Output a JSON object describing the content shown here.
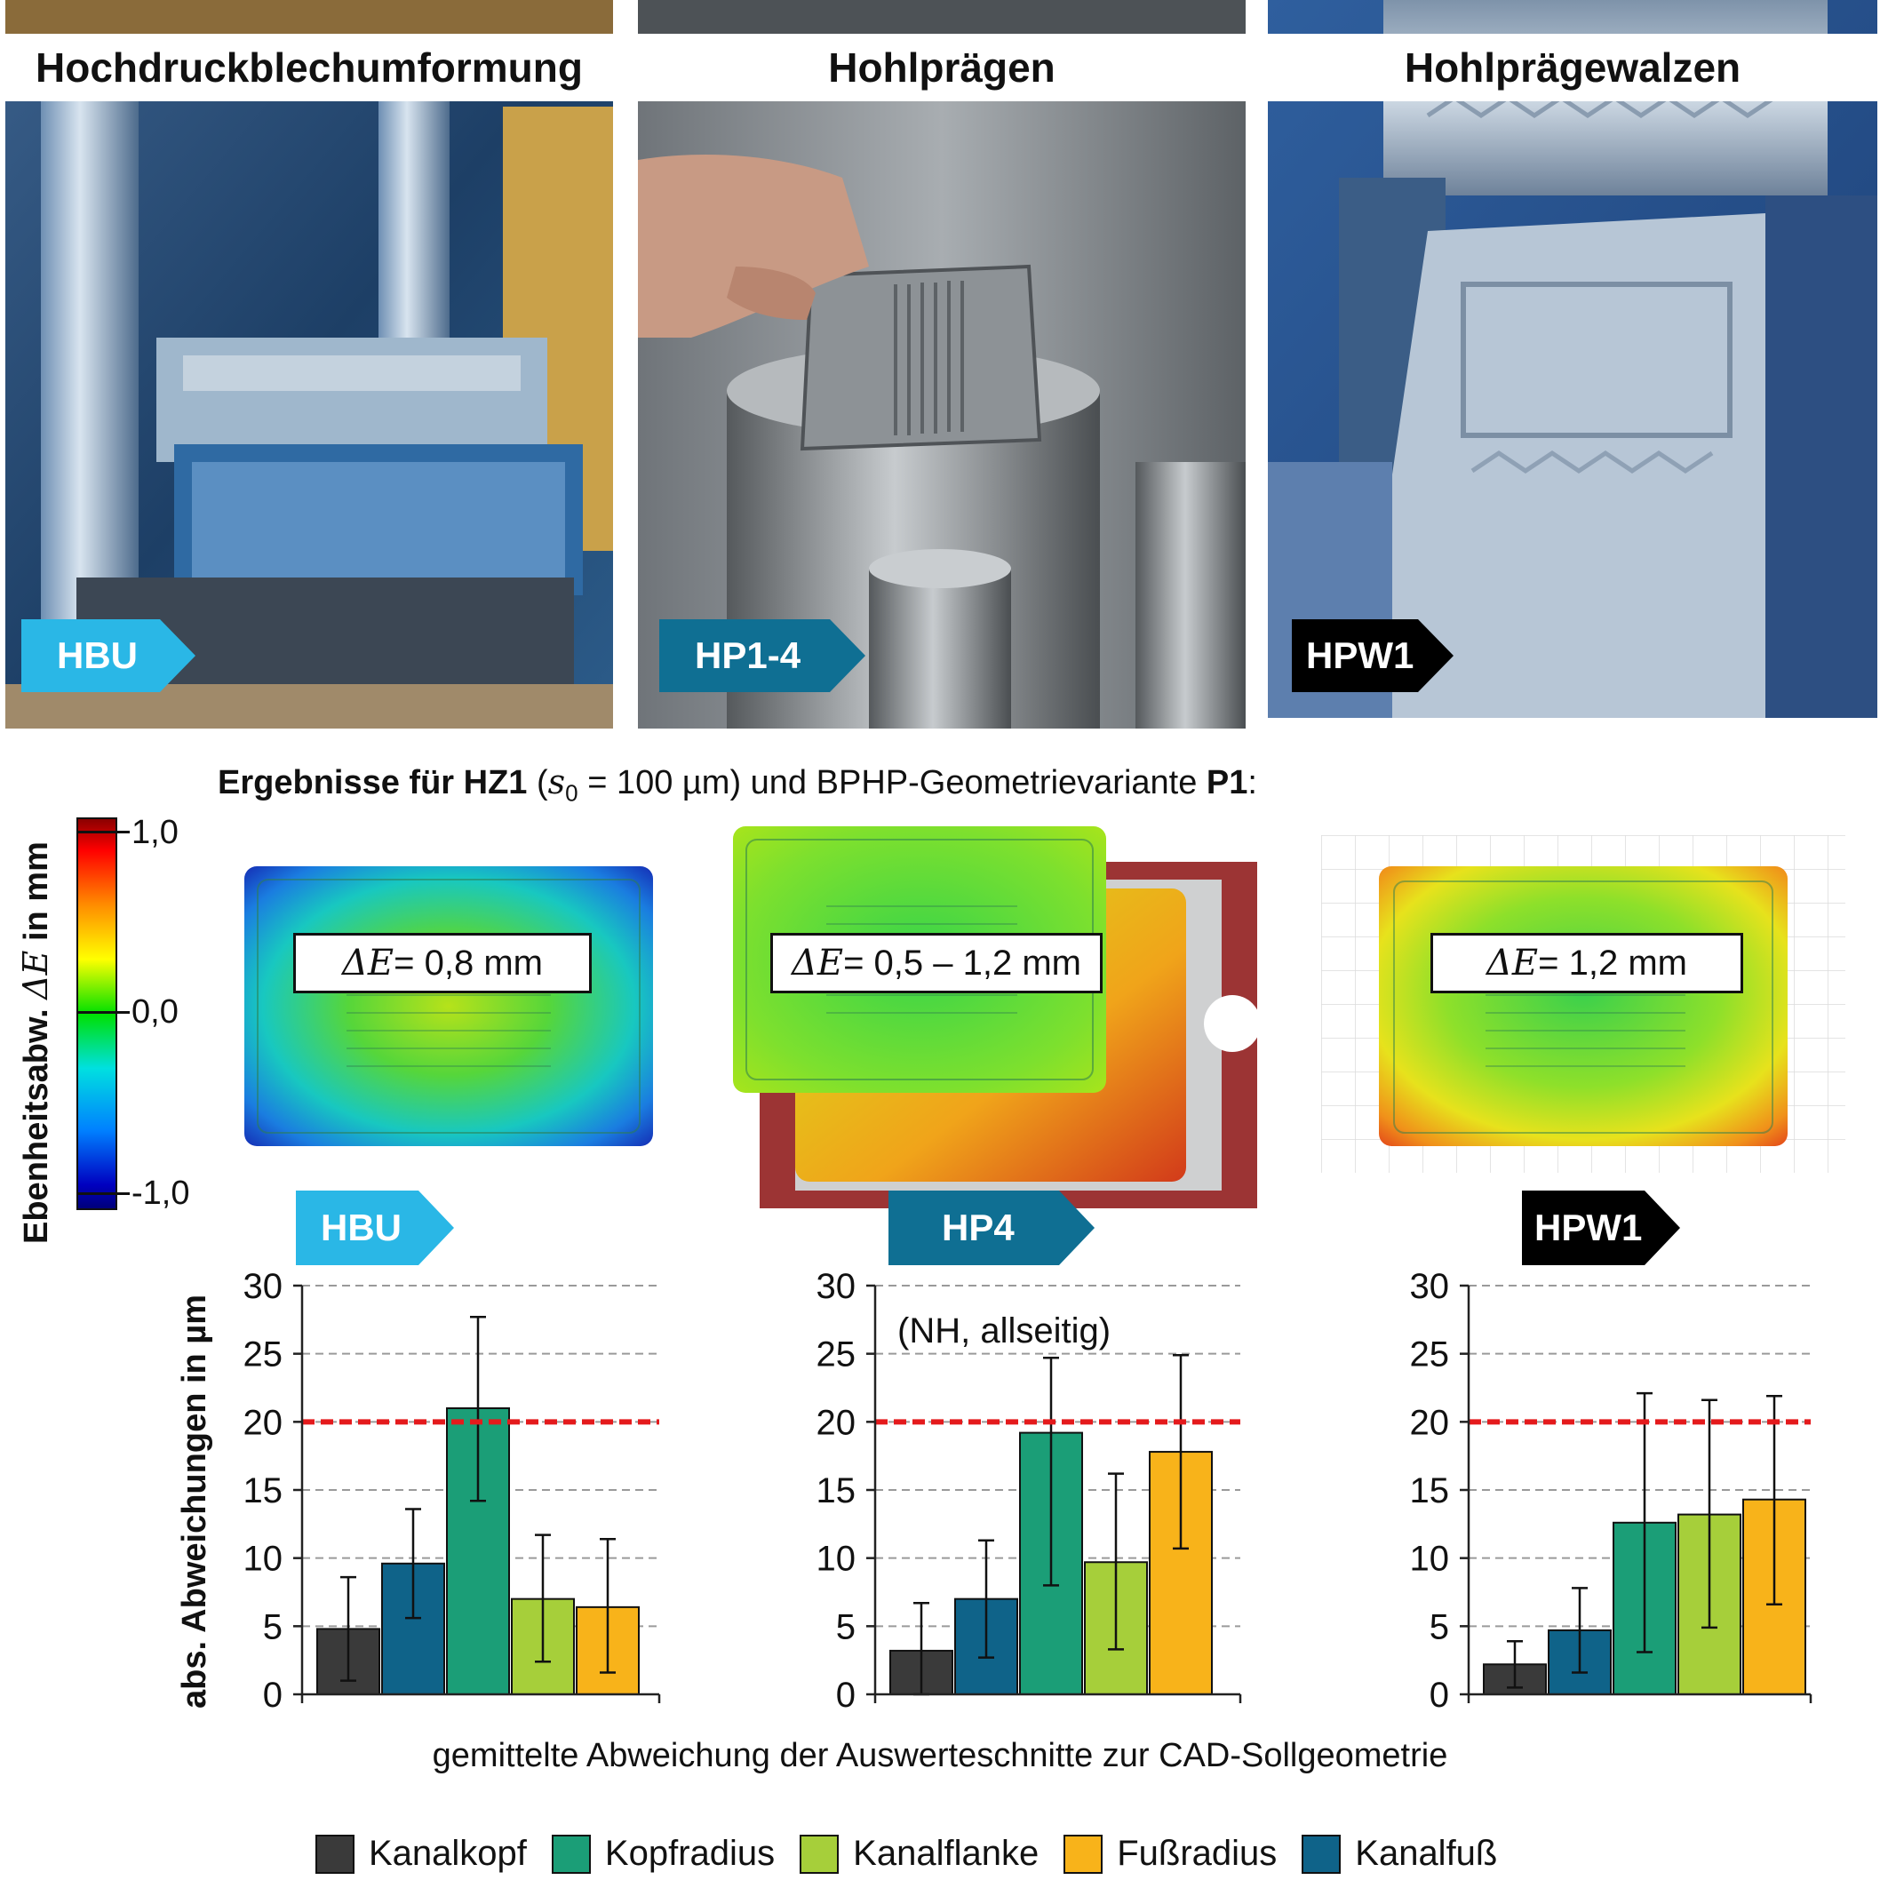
{
  "photos": [
    {
      "title": "Hochdruckblechumformung",
      "tag": "HBU",
      "tag_color": "#2ab7e6"
    },
    {
      "title": "Hohlprägen",
      "tag": "HP1-4",
      "tag_color": "#0f6f93"
    },
    {
      "title": "Hohlprägewalzen",
      "tag": "HPW1",
      "tag_color": "#000000"
    }
  ],
  "heading": {
    "prefix": "Ergebnisse für ",
    "hz": "HZ1",
    "paren_open": " (",
    "s": "s",
    "sub": "0",
    "eq": " = 100 µm) und BPHP-Geometrievariante ",
    "p": "P1",
    "colon": ":"
  },
  "colorbar": {
    "title_prefix": "Ebenheitsabw. ",
    "title_symbol": "ΔE",
    "title_suffix": " in mm",
    "max_label": "1,0",
    "mid_label": "0,0",
    "min_label": "-1,0"
  },
  "heatmaps": [
    {
      "process_tag": "HBU",
      "dE_symbol": "ΔE",
      "dE_value": " = 0,8 mm",
      "points": [
        "-0.552",
        "-0.341",
        "-0.062",
        "-0.063",
        "-0.022",
        "-0.525",
        "-0.282",
        "-0.038",
        "+0.148",
        "+0.188",
        "+0.183",
        "-0.047",
        "+0.154",
        "-0.276",
        "-0.510",
        "-0.024",
        "-0.060",
        "-0.073",
        "-0.252",
        "-0.593"
      ]
    },
    {
      "process_tag": "HP4",
      "dE_symbol": "ΔE",
      "dE_value": " = 0,5 – 1,2 mm",
      "points": [
        "+0.144",
        "+0.106",
        "+0.072",
        "+0.126",
        "+0.928",
        "-0.134",
        "+0.625",
        "+0.084",
        "+0.076",
        "-0.212",
        "+0.369",
        "+0.123",
        "+0.176",
        "+0.121",
        "+0.082",
        "+0.023",
        "+0.170",
        "+0.038",
        "+0.300",
        "+0.541",
        "+0.537",
        "-0.086",
        "-0.159",
        "+0.007",
        "+0.862"
      ]
    },
    {
      "process_tag": "HPW1",
      "dE_symbol": "ΔE",
      "dE_value": " = 1,2 mm",
      "points": [
        "+0.278",
        "-0.064",
        "-0.074",
        "+0.037",
        "-0.097",
        "+0.204",
        "+0.006",
        "+0.297",
        "-0.172",
        "-0.162",
        "-0.051",
        "+0.191",
        "-0.174",
        "+0.674",
        "+0.890",
        "-0.065",
        "-0.068",
        "+0.119",
        "+0.651",
        "+0.748"
      ]
    }
  ],
  "chart_data": [
    {
      "type": "bar",
      "process": "HBU",
      "title": "",
      "categories": [
        "Kanalkopf",
        "Kanalfuß",
        "Kopfradius",
        "Kanalflanke",
        "Fußradius"
      ],
      "values": [
        4.8,
        9.6,
        21.0,
        7.0,
        6.4
      ],
      "error_low": [
        1.0,
        5.6,
        14.2,
        2.4,
        1.6
      ],
      "error_high": [
        8.6,
        13.6,
        27.7,
        11.7,
        11.4
      ],
      "threshold": 20,
      "ylim": [
        0,
        30
      ],
      "yticks": [
        "0",
        "5",
        "10",
        "15",
        "20",
        "25",
        "30"
      ],
      "grid": true,
      "note": ""
    },
    {
      "type": "bar",
      "process": "HP4",
      "title": "",
      "categories": [
        "Kanalkopf",
        "Kanalfuß",
        "Kopfradius",
        "Kanalflanke",
        "Fußradius"
      ],
      "values": [
        3.2,
        7.0,
        19.2,
        9.7,
        17.8
      ],
      "error_low": [
        0.0,
        2.7,
        8.0,
        3.3,
        10.7
      ],
      "error_high": [
        6.7,
        11.3,
        24.7,
        16.2,
        24.9
      ],
      "threshold": 20,
      "ylim": [
        0,
        30
      ],
      "yticks": [
        "0",
        "5",
        "10",
        "15",
        "20",
        "25",
        "30"
      ],
      "grid": true,
      "note": "(NH, allseitig)"
    },
    {
      "type": "bar",
      "process": "HPW1",
      "title": "",
      "categories": [
        "Kanalkopf",
        "Kanalfuß",
        "Kopfradius",
        "Kanalflanke",
        "Fußradius"
      ],
      "values": [
        2.2,
        4.7,
        12.6,
        13.2,
        14.3
      ],
      "error_low": [
        0.5,
        1.6,
        3.1,
        4.9,
        6.6
      ],
      "error_high": [
        3.9,
        7.8,
        22.1,
        21.6,
        21.9
      ],
      "threshold": 20,
      "ylim": [
        0,
        30
      ],
      "yticks": [
        "0",
        "5",
        "10",
        "15",
        "20",
        "25",
        "30"
      ],
      "grid": true,
      "note": ""
    }
  ],
  "axis": {
    "ylabel": "abs. Abweichungen in µm",
    "xcaption": "gemittelte Abweichung der Auswerteschnitte zur CAD-Sollgeometrie"
  },
  "legend": [
    {
      "label": "Kanalkopf",
      "color": "#3a3a3a"
    },
    {
      "label": "Kopfradius",
      "color": "#1b9e77"
    },
    {
      "label": "Kanalflanke",
      "color": "#a6cf3a"
    },
    {
      "label": "Fußradius",
      "color": "#f8b31a"
    },
    {
      "label": "Kanalfuß",
      "color": "#0f6389"
    }
  ],
  "category_colors": {
    "Kanalkopf": "#3a3a3a",
    "Kanalfuß": "#0f6389",
    "Kopfradius": "#1b9e77",
    "Kanalflanke": "#a6cf3a",
    "Fußradius": "#f8b31a"
  },
  "threshold_color": "#e41a1c"
}
